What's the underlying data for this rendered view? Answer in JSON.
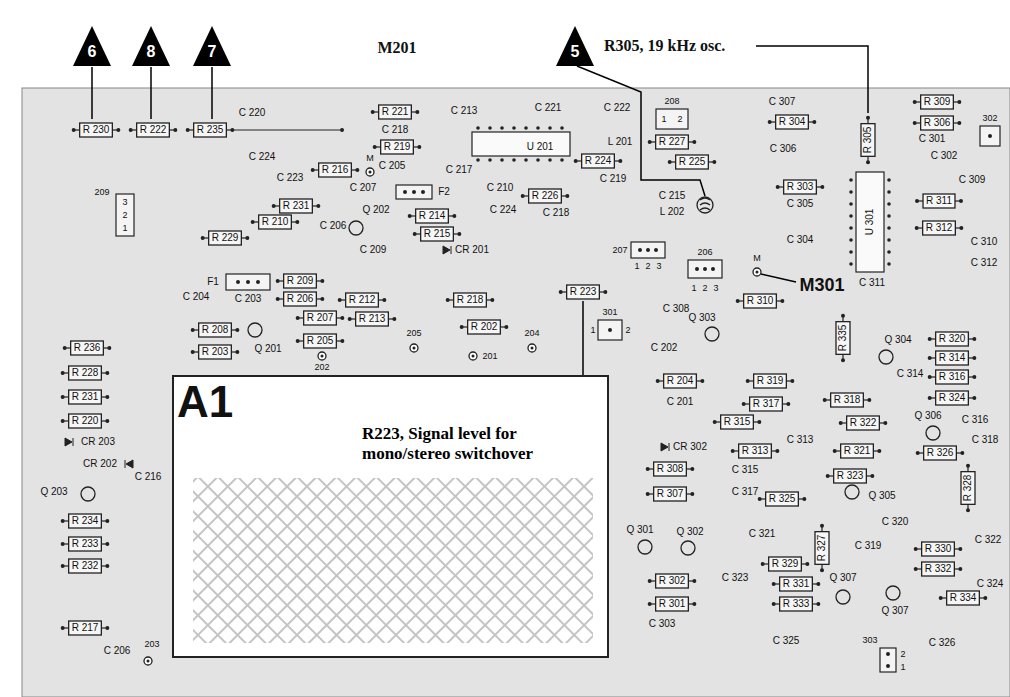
{
  "diagram": {
    "labels": [
      "6",
      "8",
      "7",
      "M201",
      "5",
      "R305, 19 kHz osc.",
      "R 230",
      "R 222",
      "R 235",
      "C 220",
      "C 224",
      "R 221",
      "C 213",
      "C 218",
      "R 219",
      "U 201",
      "L 201",
      "C 221",
      "C 222",
      "208",
      "1",
      "2",
      "R 227",
      "R 224",
      "R 225",
      "C 307",
      "R 304",
      "R 305",
      "R 309",
      "R 306",
      "C 301",
      "302",
      "C 302",
      "C 306",
      "U 301",
      "R 303",
      "C 305",
      "C 309",
      "R 311",
      "R 312",
      "C 310",
      "C 304",
      "C 311",
      "C 312",
      "M301",
      "M",
      "R 310",
      "209",
      "3",
      "2",
      "1",
      "C 223",
      "R 229",
      "R 216",
      "C 205",
      "C 217",
      "F2",
      "C 207",
      "R 231",
      "C 206",
      "R 210",
      "Q 202",
      "R 214",
      "R 215",
      "CR 201",
      "C 209",
      "C 210",
      "C 224",
      "R 226",
      "C 218",
      "C 219",
      "C 215",
      "L 202",
      "207",
      "1",
      "2",
      "3",
      "206",
      "1",
      "2",
      "3",
      "F1",
      "R 209",
      "C 204",
      "C 203",
      "R 206",
      "R 207",
      "R 208",
      "R 203",
      "Q 201",
      "R 205",
      "R 212",
      "R 213",
      "R 218",
      "R 202",
      "R 223",
      "205",
      "204",
      "201",
      "202",
      "301",
      "1",
      "2",
      "C 202",
      "C 308",
      "Q 303",
      "R 335",
      "Q 304",
      "R 320",
      "R 314",
      "C 314",
      "R 316",
      "R 324",
      "Q 306",
      "C 316",
      "R 326",
      "C 318",
      "R 204",
      "C 201",
      "R 319",
      "R 317",
      "R 318",
      "R 322",
      "R 315",
      "C 313",
      "CR 302",
      "R 313",
      "R 321",
      "R 308",
      "C 315",
      "R 323",
      "R 307",
      "C 317",
      "Q 305",
      "R 325",
      "R 328",
      "C 320",
      "R 327",
      "C 322",
      "Q 301",
      "Q 302",
      "C 321",
      "C 319",
      "R 330",
      "R 302",
      "R 329",
      "C 323",
      "R 331",
      "R 332",
      "Q 307",
      "Q 307",
      "C 324",
      "R 301",
      "R 333",
      "R 334",
      "C 303",
      "C 325",
      "303",
      "2",
      "1",
      "C 326",
      "R 236",
      "R 228",
      "R 231",
      "R 220",
      "CR 203",
      "CR 202",
      "C 216",
      "Q 203",
      "R 234",
      "R 233",
      "R 232",
      "R 217",
      "C 206",
      "203",
      "A1",
      "R223, Signal level for mono/stereo switchover",
      "M"
    ]
  }
}
